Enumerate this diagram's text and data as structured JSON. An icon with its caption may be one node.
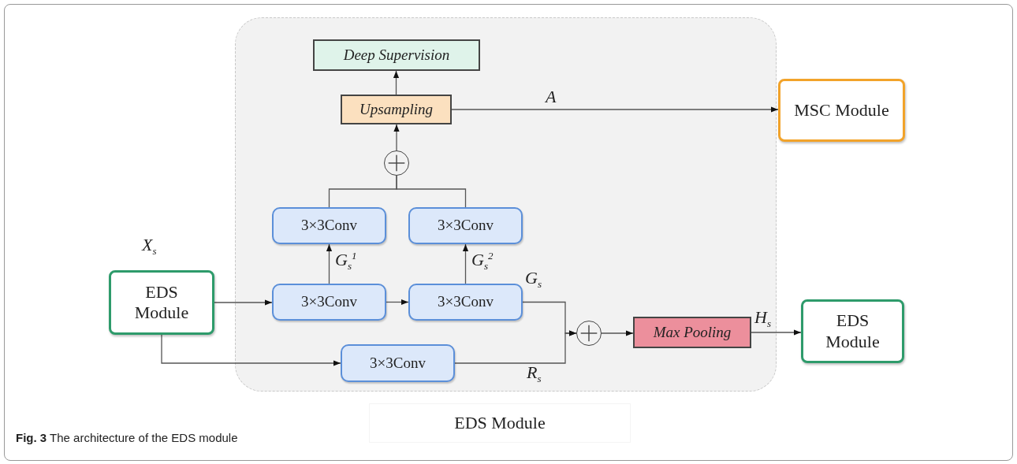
{
  "diagram": {
    "caption": "**Fig. 3** The architecture of the EDS module",
    "nodes": [
      {
        "text": [
          "EDS Module"
        ]
      },
      {
        "text": [
          "Deep Supervision"
        ],
        "in": 0
      },
      {
        "text": [
          "Upsampling"
        ],
        "in": 0
      },
      {
        "text": [],
        "shape": "circle",
        "in": 0
      },
      {
        "text": [
          "3×3Conv"
        ],
        "in": 0
      },
      {
        "text": [
          "3×3Conv"
        ],
        "in": 0
      },
      {
        "text": [
          "EDS Module"
        ],
        "beside": [
          "X$_{s}$"
        ]
      },
      {
        "text": [
          "3×3Conv"
        ],
        "in": 0
      },
      {
        "text": [
          "3×3Conv"
        ],
        "in": 0
      },
      {
        "text": [
          "3×3Conv"
        ],
        "in": 0
      },
      {
        "text": [],
        "shape": "circle",
        "in": 0
      },
      {
        "text": [
          "Max Pooling"
        ],
        "in": 0
      },
      {
        "text": [
          "MSC Module"
        ]
      },
      {
        "text": [
          "EDS Module"
        ]
      }
    ],
    "edges": [
      {
        "from": 6,
        "to": 7,
        "arrow": "to"
      },
      {
        "from": 7,
        "to": 8,
        "arrow": "to"
      },
      {
        "from": 7,
        "to": 4,
        "arrow": "to",
        "label": "G$_{s}$$^{1}$"
      },
      {
        "from": 8,
        "to": 5,
        "arrow": "to",
        "label": "G$_{s}$$^{2}$"
      },
      {
        "from": 6,
        "to": 9,
        "arrow": "to"
      },
      {
        "from": 8,
        "to": 10,
        "arrow": "to",
        "label": "G$_{s}$"
      },
      {
        "from": 9,
        "to": 10,
        "arrow": "to",
        "label": "R$_{s}$"
      },
      {
        "from": 4,
        "to": 3,
        "arrow": "none"
      },
      {
        "from": 5,
        "to": 3,
        "arrow": "none"
      },
      {
        "from": 3,
        "to": 2,
        "arrow": "to"
      },
      {
        "from": 2,
        "to": 1,
        "arrow": "to"
      },
      {
        "from": 2,
        "to": 12,
        "arrow": "to",
        "label": "A"
      },
      {
        "from": 10,
        "to": 11,
        "arrow": "to"
      },
      {
        "from": 11,
        "to": 13,
        "arrow": "to",
        "label": "H$_{s}$"
      }
    ]
  }
}
